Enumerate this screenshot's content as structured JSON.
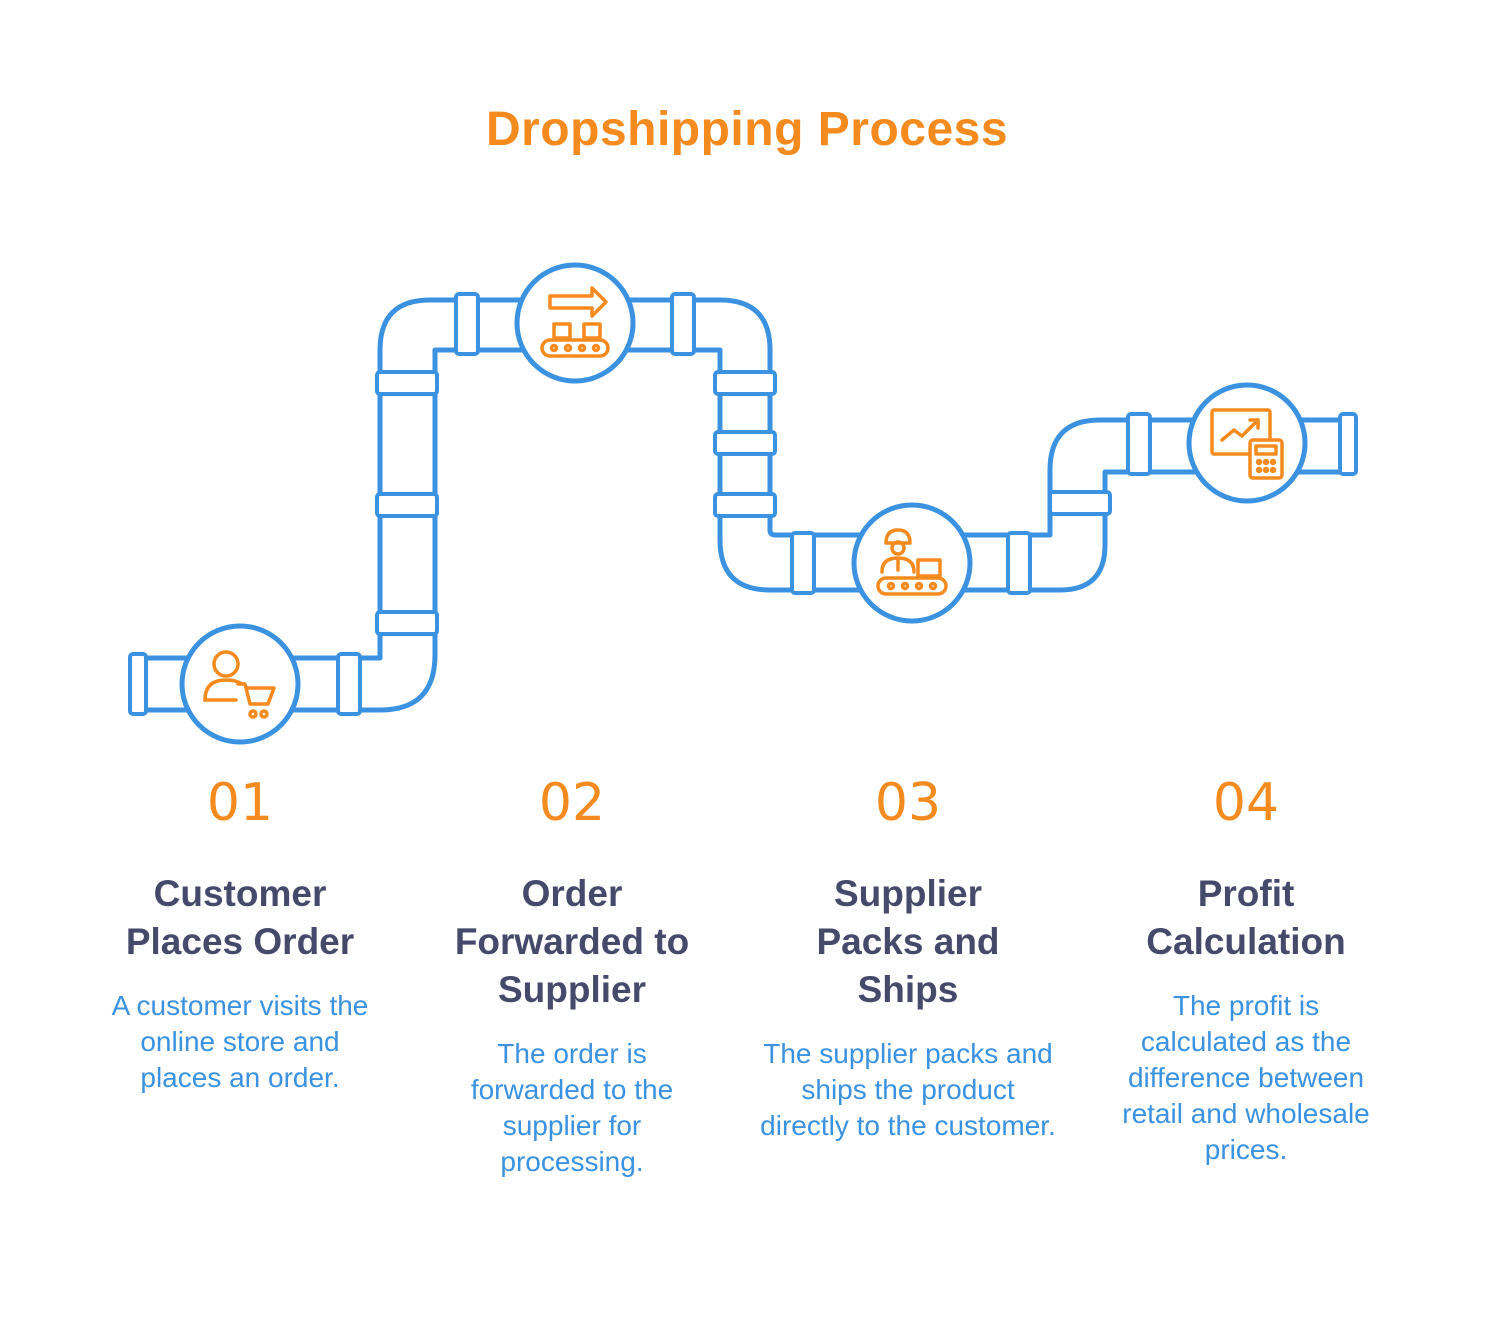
{
  "title": "Dropshipping Process",
  "colors": {
    "accent": "#f58a1f",
    "pipe": "#3a92e0",
    "heading": "#454a6b",
    "text": "#3a92e0"
  },
  "steps": [
    {
      "number": "01",
      "title": "Customer Places Order",
      "description": "A customer visits the online store and places an order.",
      "icon": "customer-cart-icon"
    },
    {
      "number": "02",
      "title": "Order Forwarded to Supplier",
      "description": "The order is forwarded to the supplier for processing.",
      "icon": "conveyor-forward-icon"
    },
    {
      "number": "03",
      "title": "Supplier Packs and Ships",
      "description": "The supplier packs and ships the product directly to the customer.",
      "icon": "worker-packing-icon"
    },
    {
      "number": "04",
      "title": "Profit Calculation",
      "description": "The profit is calculated as the difference between retail and wholesale prices.",
      "icon": "chart-calculator-icon"
    }
  ]
}
